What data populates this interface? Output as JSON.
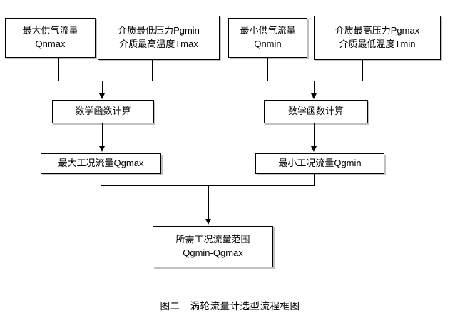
{
  "figure": {
    "caption": "图二　涡轮流量计选型流程框图",
    "background_color": "#ffffff",
    "line_color": "#000000",
    "box_fill": "#ffffff"
  },
  "nodes": {
    "qnmax": {
      "line1": "最大供气流量",
      "line2": "Qnmax"
    },
    "pgmin_tmax": {
      "line1": "介质最低压力Pgmin",
      "line2": "介质最高温度Tmax"
    },
    "qnmin": {
      "line1": "最小供气流量",
      "line2": "Qnmin"
    },
    "pgmax_tmin": {
      "line1": "介质最高压力Pgmax",
      "line2": "介质最低温度Tmin"
    },
    "calc_left": {
      "line1": "数学函数计算"
    },
    "calc_right": {
      "line1": "数学函数计算"
    },
    "qgmax": {
      "line1": "最大工况流量Qgmax"
    },
    "qgmin": {
      "line1": "最小工况流量Qgmin"
    },
    "range": {
      "line1": "所需工况流量范围",
      "line2": "Qgmin-Qgmax"
    }
  },
  "chart_data": {
    "type": "diagram",
    "title": "图二　涡轮流量计选型流程框图",
    "nodes": [
      {
        "id": "qnmax",
        "text": "最大供气流量 Qnmax",
        "row": 1,
        "column": 1
      },
      {
        "id": "pgmin_tmax",
        "text": "介质最低压力Pgmin 介质最高温度Tmax",
        "row": 1,
        "column": 2
      },
      {
        "id": "qnmin",
        "text": "最小供气流量 Qnmin",
        "row": 1,
        "column": 3
      },
      {
        "id": "pgmax_tmin",
        "text": "介质最高压力Pgmax 介质最低温度Tmin",
        "row": 1,
        "column": 4
      },
      {
        "id": "calc_left",
        "text": "数学函数计算",
        "row": 2,
        "column": 1
      },
      {
        "id": "calc_right",
        "text": "数学函数计算",
        "row": 2,
        "column": 2
      },
      {
        "id": "qgmax",
        "text": "最大工况流量Qgmax",
        "row": 3,
        "column": 1
      },
      {
        "id": "qgmin",
        "text": "最小工况流量Qgmin",
        "row": 3,
        "column": 2
      },
      {
        "id": "range",
        "text": "所需工况流量范围 Qgmin-Qgmax",
        "row": 4,
        "column": 1
      }
    ],
    "edges": [
      {
        "from": "qnmax",
        "to": "calc_left",
        "style": "merge-arrow"
      },
      {
        "from": "pgmin_tmax",
        "to": "calc_left",
        "style": "merge-arrow"
      },
      {
        "from": "qnmin",
        "to": "calc_right",
        "style": "merge-arrow"
      },
      {
        "from": "pgmax_tmin",
        "to": "calc_right",
        "style": "merge-arrow"
      },
      {
        "from": "calc_left",
        "to": "qgmax",
        "style": "arrow"
      },
      {
        "from": "calc_right",
        "to": "qgmin",
        "style": "arrow"
      },
      {
        "from": "qgmax",
        "to": "range",
        "style": "merge-arrow"
      },
      {
        "from": "qgmin",
        "to": "range",
        "style": "merge-arrow"
      }
    ]
  }
}
